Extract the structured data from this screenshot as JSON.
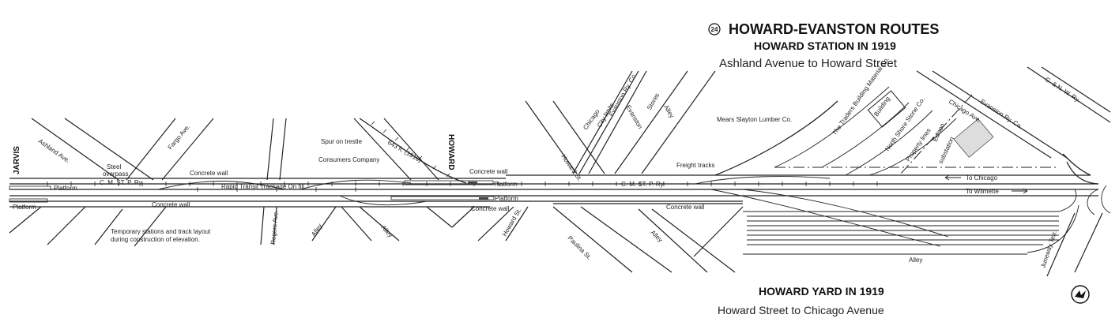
{
  "header": {
    "route_number": "24",
    "title": "HOWARD-EVANSTON ROUTES",
    "subtitle": "HOWARD STATION IN 1919",
    "range": "Ashland Avenue to Howard Street"
  },
  "footer": {
    "subtitle": "HOWARD YARD IN 1919",
    "range": "Howard Street to Chicago Avenue"
  },
  "labels": {
    "jarvis": "JARVIS",
    "ashland": "Ashland Ave.",
    "steel_overpass_1": "Steel",
    "steel_overpass_2": "overpass",
    "fargo": "Fargo Ave.",
    "cmstp_west": "C. M. ST. P. Ry.",
    "cmstp_east": "C. M. ST. P. Ry.",
    "platform_1": "Platform",
    "platform_2": "Platform",
    "platform_3": "Platform",
    "platform_4": "Platform",
    "concrete_wall_1": "Concrete wall",
    "concrete_wall_2": "Concrete wall",
    "concrete_wall_3": "Concrete wall",
    "concrete_wall_4": "Concrete wall",
    "concrete_wall_5": "Concrete wall",
    "rapid_transit": "Rapid Transit Trackage On fill",
    "temp_stations_1": "Temporary stations and track layout",
    "temp_stations_2": "during construction of elevation.",
    "rogers": "Rogers Ave.",
    "alley_1": "Alley",
    "alley_2": "Alley",
    "alley_3": "Alley",
    "alley_4": "Alley",
    "alley_5": "Alley",
    "spur": "Spur on trestle",
    "consumers": "Consumers Company",
    "spur_length": "643 ft. (1916)",
    "howard": "HOWARD",
    "howard_st_1": "Howard St.",
    "howard_st_2": "Howard St.",
    "chicago": "Chicago",
    "city_limits": "City limits",
    "evanston_ry": "Evanston Ry. Co.",
    "evanston": "Evanston",
    "stores": "Stores",
    "freight_tracks": "Freight tracks",
    "mears": "Mears Slayton Lumber Co.",
    "traders": "The Traders Building Material Co.",
    "building": "Building",
    "north_shore": "North Shore Stone Co.",
    "property_lines": "Property lines",
    "edison_1": "Edison",
    "edison_2": "substation",
    "chicago_ave": "Chicago Ave.",
    "evanston_ry_co": "Evanston Ry. Co.",
    "cnw": "C. & N. W. Ry.",
    "to_chicago": "To Chicago",
    "to_wilmette": "To Wilmette",
    "paulina": "Paulina St.",
    "juneway": "Juneway Terr."
  }
}
